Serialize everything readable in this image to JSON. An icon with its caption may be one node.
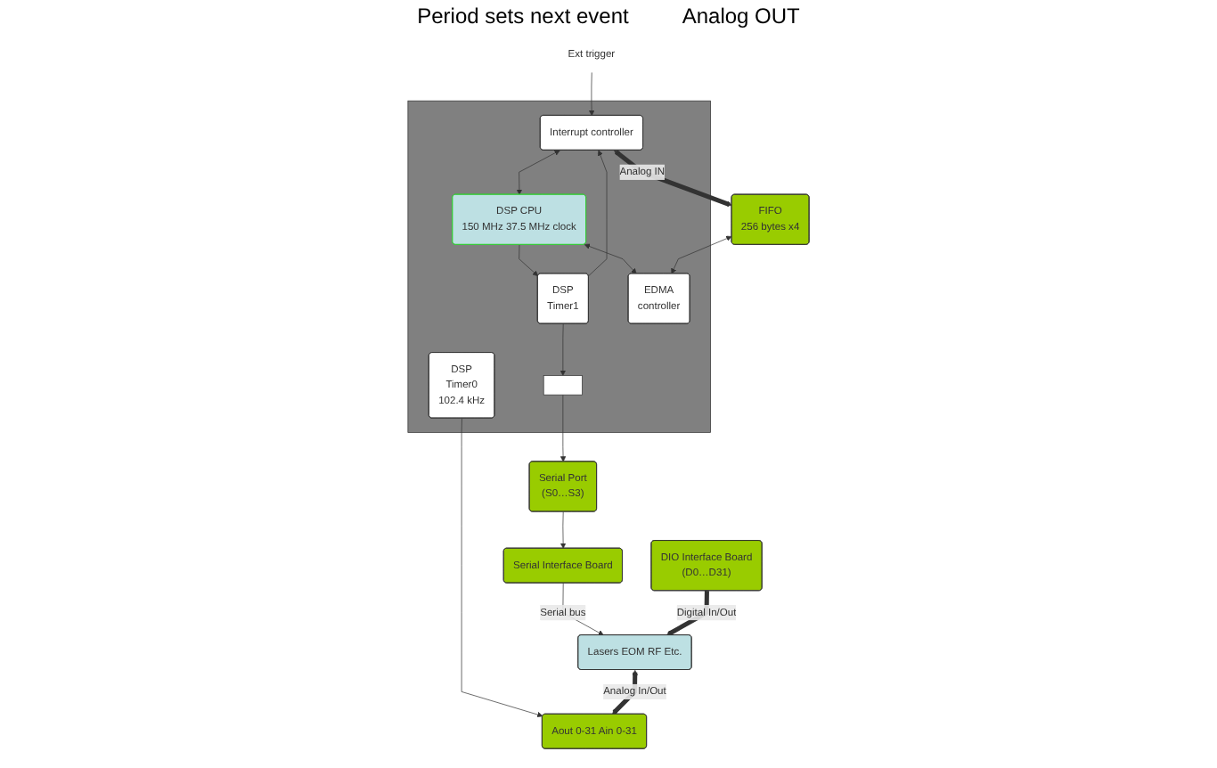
{
  "diagram": {
    "nodes": [
      {
        "text": [],
        "shape": "box"
      },
      {
        "text": [
          "Interrupt controller"
        ],
        "in": 0
      },
      {
        "text": [
          "DSP",
          "Timer1"
        ],
        "in": 0
      },
      {
        "text": [],
        "shape": "box",
        "in": 0
      },
      {
        "text": [
          "DSP CPU",
          "150 MHz 37.5 MHz clock"
        ],
        "in": 0
      },
      {
        "text": [
          "EDMA",
          "controller"
        ],
        "in": 0
      },
      {
        "text": [
          "DSP",
          "Timer0",
          "102.4 kHz"
        ],
        "in": 0
      },
      {
        "text": [
          "Serial Port",
          "(S0…S3)"
        ]
      },
      {
        "text": [
          "DIO Interface Board",
          "(D0…D31)"
        ]
      },
      {
        "text": [
          "Serial Interface Board"
        ]
      },
      {
        "text": [
          "Lasers EOM RF Etc."
        ]
      },
      {
        "text": [
          "FIFO",
          "256 bytes x4"
        ]
      },
      {
        "text": [
          "Aout 0-31 Ain 0-31"
        ]
      },
      {
        "text": [
          "Ext trigger"
        ]
      }
    ],
    "edges": [
      {
        "from": 13,
        "to": 1,
        "arrow": "to"
      },
      {
        "from": 2,
        "to": 1,
        "arrow": "to"
      },
      {
        "from": 1,
        "to": 4,
        "arrow": "both"
      },
      {
        "from": 4,
        "to": 2,
        "arrow": "to"
      },
      {
        "from": 2,
        "to": 3,
        "arrow": "to"
      },
      {
        "from": 4,
        "to": 5,
        "arrow": "both"
      },
      {
        "from": 3,
        "to": 7,
        "arrow": "to"
      },
      {
        "from": 7,
        "to": 9,
        "arrow": "to"
      },
      {
        "from": 9,
        "to": 10,
        "arrow": "to",
        "label": "Serial bus"
      },
      {
        "from": 8,
        "to": 10,
        "arrow": "to",
        "label": "Digital In/Out",
        "style": "thick"
      },
      {
        "from": 11,
        "to": 5,
        "arrow": "both"
      },
      {
        "from": 1,
        "to": 11,
        "arrow": "both",
        "label": "Analog IN",
        "style": "thick"
      },
      {
        "from": 6,
        "to": 12,
        "arrow": "to"
      },
      {
        "from": 10,
        "to": 12,
        "arrow": "both",
        "label": "Analog In/Out",
        "style": "thick"
      }
    ],
    "labels": [
      "Period sets next event",
      "Analog OUT"
    ]
  }
}
